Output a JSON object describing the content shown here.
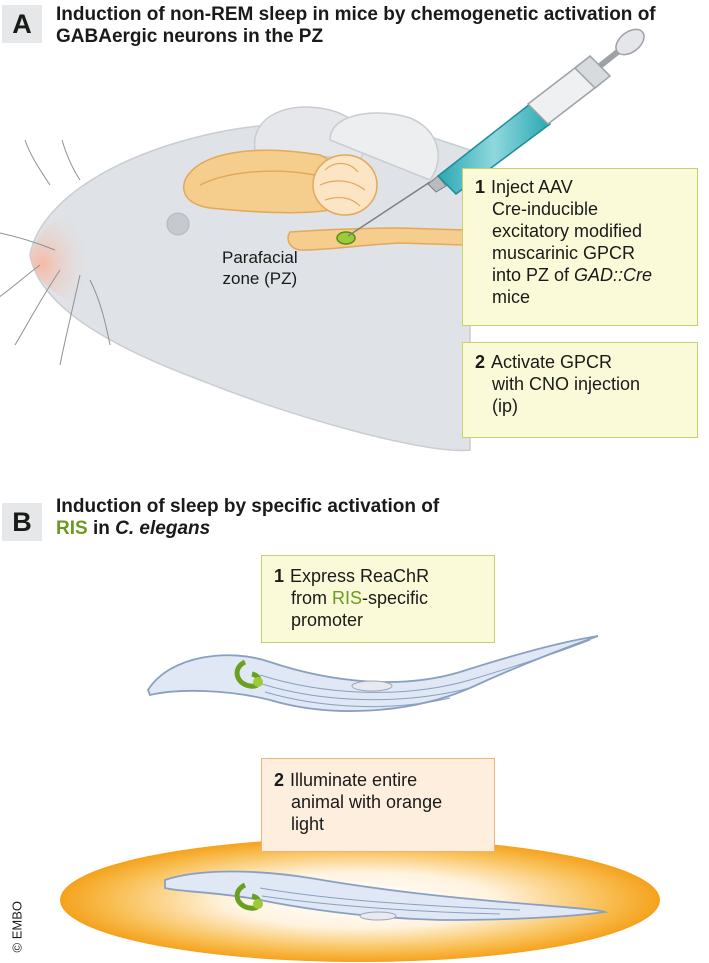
{
  "panel_a": {
    "letter": "A",
    "title_line1": "Induction of non-REM sleep in mice by chemogenetic activation of",
    "title_line2": "GABAergic neurons in the PZ",
    "pz_label_line1": "Parafacial",
    "pz_label_line2": "zone (PZ)",
    "step1": {
      "number": "1",
      "line1": "Inject AAV",
      "line2": "Cre-inducible",
      "line3": "excitatory modified",
      "line4": "muscarinic GPCR",
      "line5_prefix": "into PZ of ",
      "line5_italic": "GAD::Cre",
      "line6": "mice"
    },
    "step2": {
      "number": "2",
      "line1": "Activate GPCR",
      "line2": "with CNO injection",
      "line3": "(ip)"
    }
  },
  "panel_b": {
    "letter": "B",
    "title_line1": "Induction of sleep by specific activation of",
    "title_line2_green": "RIS",
    "title_line2_mid": " in ",
    "title_line2_italic": "C. elegans",
    "step1": {
      "number": "1",
      "line1": "Express ReaChR",
      "line2_prefix": "from ",
      "line2_green": "RIS",
      "line2_suffix": "-specific",
      "line3": "promoter"
    },
    "step2": {
      "number": "2",
      "line1": "Illuminate entire",
      "line2": "animal with orange",
      "line3": "light"
    }
  },
  "copyright": "© EMBO",
  "colors": {
    "accent_green": "#6a9a1f",
    "box_green_fill": "#fafad9",
    "box_orange_fill": "#fdeedd",
    "orange_light": "#f6a623",
    "syringe_teal": "#3bb5c0",
    "brain_orange": "#f3c27a"
  }
}
